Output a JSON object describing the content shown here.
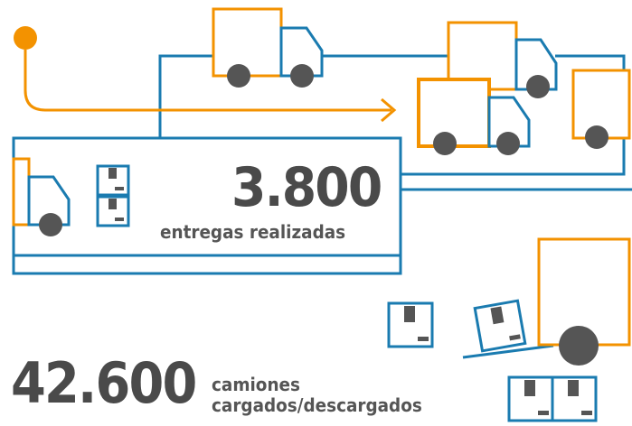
{
  "colors": {
    "orange": "#f39200",
    "blue": "#1a7bb0",
    "wheel": "#555555",
    "text": "#4a4a4a"
  },
  "stats": {
    "deliveries": {
      "value": "3.800",
      "caption": "entregas realizadas"
    },
    "trucks": {
      "value": "42.600",
      "caption_line1": "camiones",
      "caption_line2": "cargados/descargados"
    }
  },
  "icons": [
    "origin-dot-icon",
    "route-arrow-icon",
    "truck-icon",
    "box-icon",
    "stacked-boxes-icon",
    "trailer-icon",
    "wheel-icon"
  ]
}
